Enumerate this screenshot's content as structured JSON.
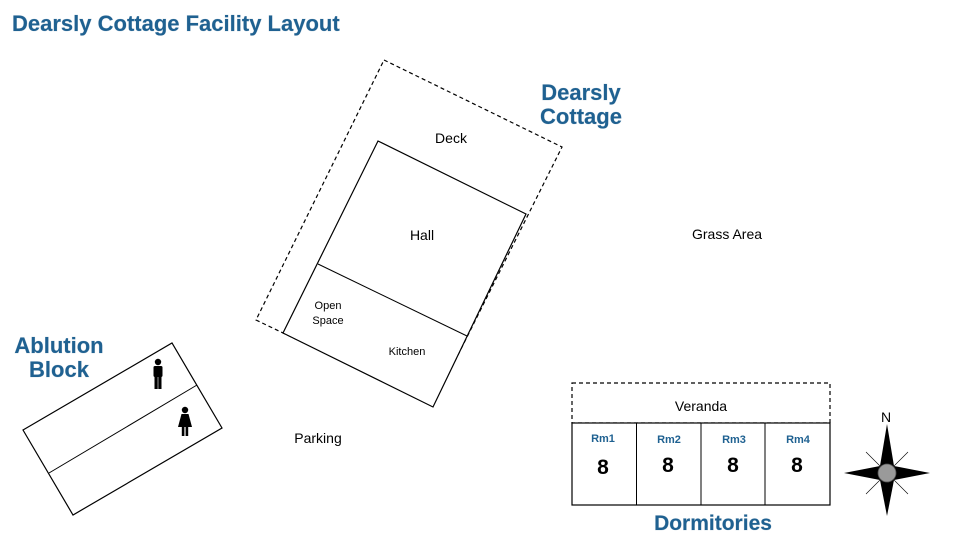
{
  "title": "Dearsly Cottage Facility Layout",
  "cottage": {
    "name_line1": "Dearsly",
    "name_line2": "Cottage",
    "deck": "Deck",
    "hall": "Hall",
    "open_space_line1": "Open",
    "open_space_line2": "Space",
    "kitchen": "Kitchen"
  },
  "ablution": {
    "name_line1": "Ablution",
    "name_line2": "Block",
    "icons": [
      "male-toilet-icon",
      "female-toilet-icon"
    ]
  },
  "grass_area": "Grass Area",
  "parking": "Parking",
  "dormitories": {
    "name": "Dormitories",
    "veranda": "Veranda",
    "rooms": [
      {
        "label": "Rm1",
        "capacity": "8"
      },
      {
        "label": "Rm2",
        "capacity": "8"
      },
      {
        "label": "Rm3",
        "capacity": "8"
      },
      {
        "label": "Rm4",
        "capacity": "8"
      }
    ]
  },
  "compass": {
    "label": "N",
    "icon": "compass-rose-icon"
  },
  "colors": {
    "heading": "#1f6191",
    "line": "#000000"
  }
}
